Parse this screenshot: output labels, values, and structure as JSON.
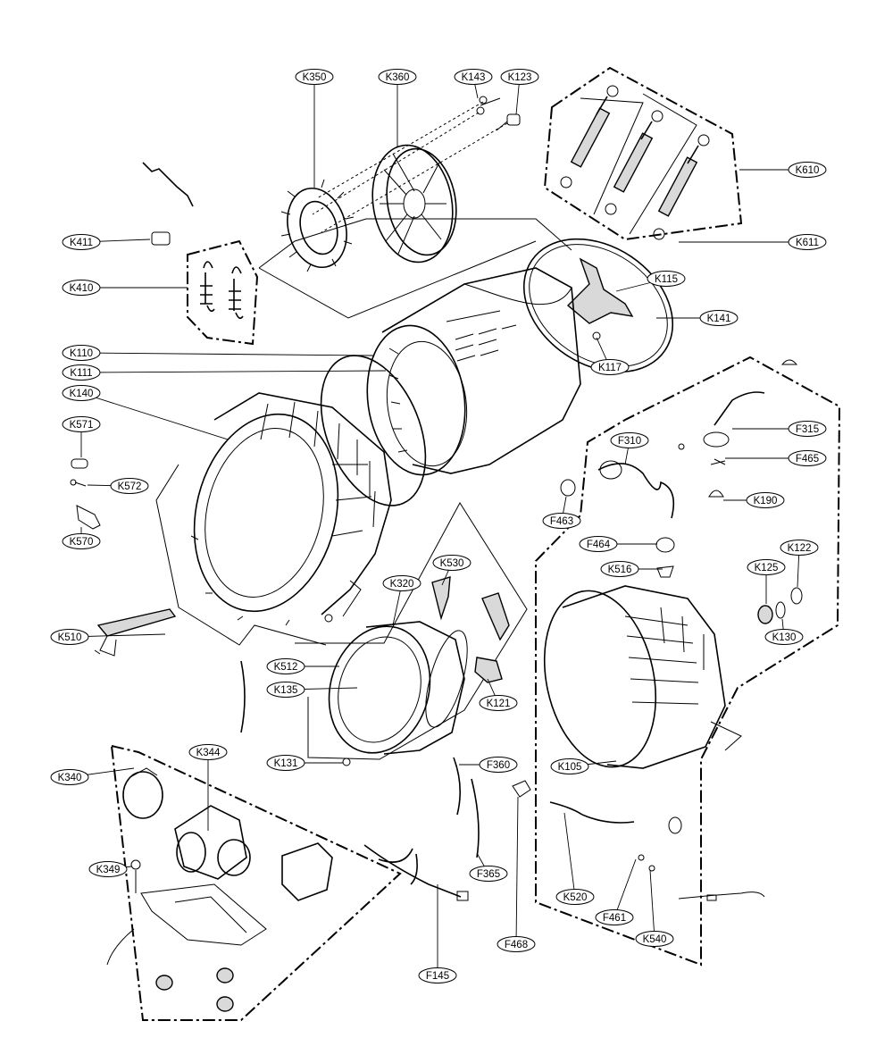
{
  "callouts": [
    "K350",
    "K360",
    "K143",
    "K123",
    "K610",
    "K611",
    "K411",
    "K410",
    "K115",
    "K141",
    "K110",
    "K111",
    "K140",
    "K117",
    "K571",
    "K572",
    "K570",
    "F315",
    "F310",
    "F465",
    "F463",
    "K190",
    "F464",
    "K516",
    "K122",
    "K125",
    "K130",
    "K530",
    "K320",
    "K510",
    "K512",
    "K135",
    "K121",
    "K131",
    "F360",
    "K105",
    "K340",
    "K344",
    "K349",
    "F365",
    "K520",
    "F461",
    "K540",
    "F145",
    "F468"
  ]
}
